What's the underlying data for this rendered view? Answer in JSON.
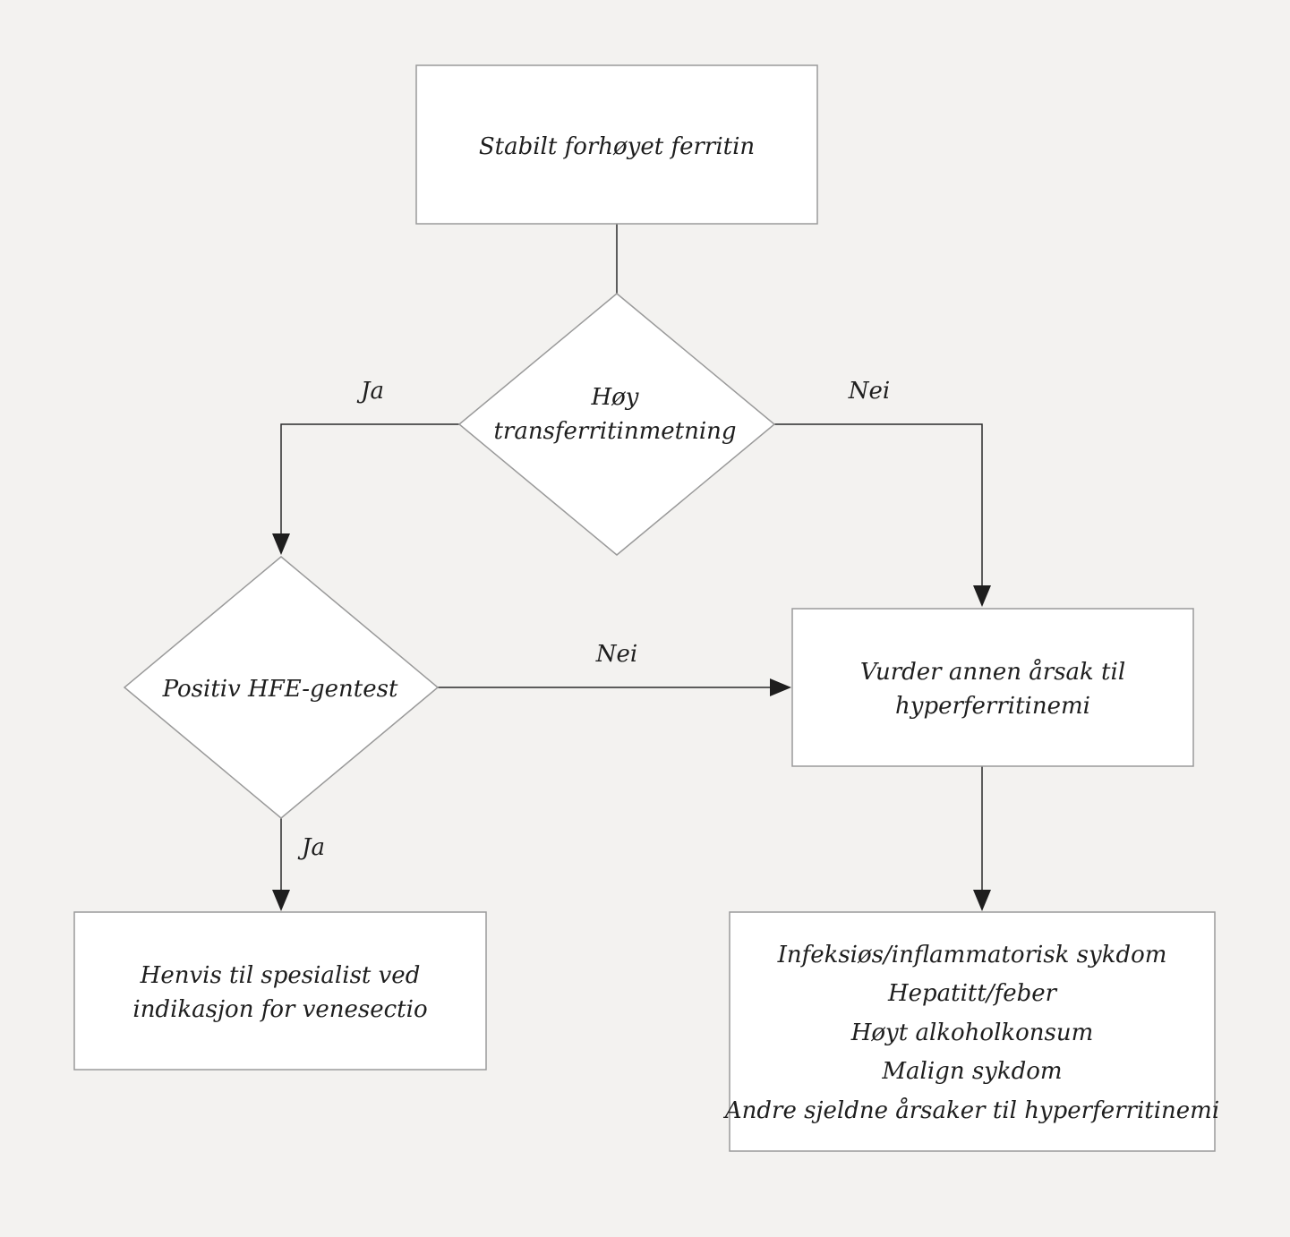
{
  "diagram": {
    "start": "Stabilt forhøyet ferritin",
    "decision_transferrin": {
      "line1": "Høy",
      "line2": "transferritinmetning"
    },
    "decision_hfe": "Positiv HFE-gentest",
    "other_cause": {
      "line1": "Vurder annen årsak til",
      "line2": "hyperferritinemi"
    },
    "refer": {
      "line1": "Henvis til spesialist ved",
      "line2": "indikasjon for venesectio"
    },
    "causes": [
      "Infeksiøs/inflammatorisk sykdom",
      "Hepatitt/feber",
      "Høyt alkoholkonsum",
      "Malign sykdom",
      "Andre sjeldne årsaker til hyperferritinemi"
    ],
    "edge_labels": {
      "transferrin_yes": "Ja",
      "transferrin_no": "Nei",
      "hfe_no": "Nei",
      "hfe_yes": "Ja"
    }
  }
}
